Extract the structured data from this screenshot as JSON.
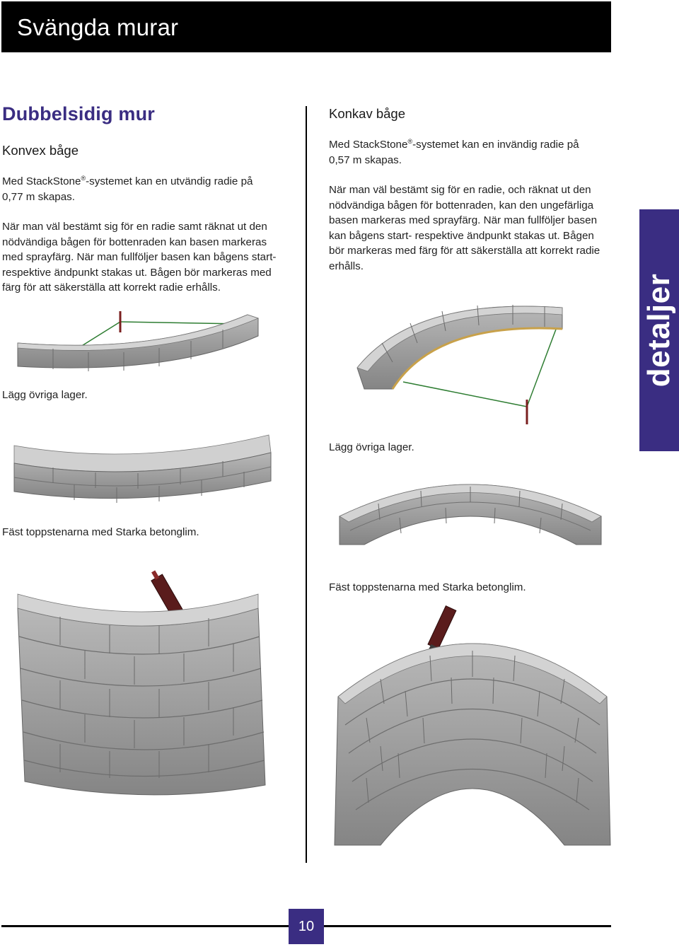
{
  "header": {
    "title": "Svängda murar"
  },
  "left": {
    "section_title": "Dubbelsidig mur",
    "subtitle": "Konvex båge",
    "p1_a": "Med StackStone",
    "p1_b": "-systemet kan en utvändig radie på",
    "p1_c": "0,77 m skapas.",
    "p2_l1": "När man väl bestämt sig för en radie samt räknat ut den",
    "p2_l2": "nödvändiga bågen för bottenraden kan basen markeras",
    "p2_l3": "med sprayfärg. När man fullföljer basen kan bågens start-",
    "p2_l4": "respektive ändpunkt stakas ut. Bågen bör markeras med",
    "p2_l5": "färg för att säkerställa att korrekt radie erhålls.",
    "caption1": "Lägg övriga lager.",
    "caption2": "Fäst toppstenarna med Starka betonglim."
  },
  "right": {
    "subtitle": "Konkav båge",
    "p1_a": "Med StackStone",
    "p1_b": "-systemet kan en invändig radie på",
    "p1_c": "0,57 m skapas.",
    "p2_l1": "När man väl bestämt sig för en radie, och räknat ut den",
    "p2_l2": "nödvändiga bågen för bottenraden, kan den ungefärliga",
    "p2_l3": "basen markeras med sprayfärg. När man fullföljer basen",
    "p2_l4": "kan bågens start- respektive ändpunkt stakas ut. Bågen",
    "p2_l5": "bör markeras med färg för att säkerställa att korrekt radie",
    "p2_l6": "erhålls.",
    "caption1": "Lägg övriga lager.",
    "caption2": "Fäst toppstenarna med Starka  betonglim."
  },
  "registered_mark": "®",
  "side_tab": {
    "label": "detaljer"
  },
  "footer": {
    "page_number": "10"
  },
  "colors": {
    "accent": "#3a2d82",
    "header_bg": "#000000",
    "stone": "#a9a9a9"
  }
}
